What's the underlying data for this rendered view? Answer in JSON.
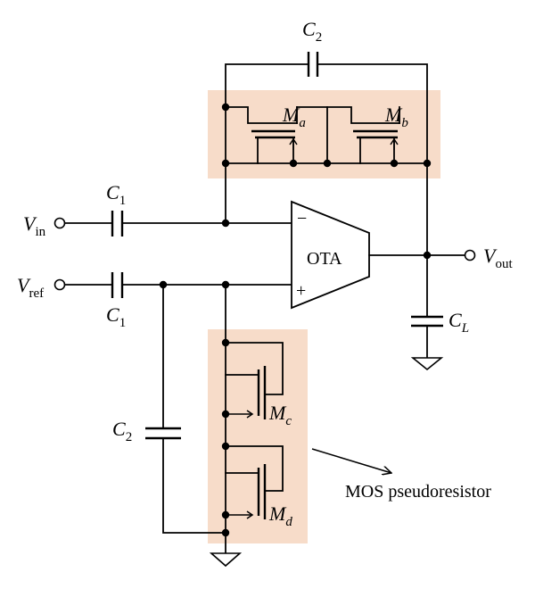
{
  "colors": {
    "highlight": "#f7dcc9",
    "wire": "#000000"
  },
  "labels": {
    "c2_top": {
      "main": "C",
      "sub": "2"
    },
    "ma": {
      "main": "M",
      "sub": "a"
    },
    "mb": {
      "main": "M",
      "sub": "b"
    },
    "c1_in": {
      "main": "C",
      "sub": "1"
    },
    "c1_ref": {
      "main": "C",
      "sub": "1"
    },
    "vin": {
      "main": "V",
      "sub": "in"
    },
    "vref": {
      "main": "V",
      "sub": "ref"
    },
    "vout": {
      "main": "V",
      "sub": "out"
    },
    "ota": "OTA",
    "minus": "−",
    "plus": "+",
    "cl": {
      "main": "C",
      "sub": "L"
    },
    "c2_bottom": {
      "main": "C",
      "sub": "2"
    },
    "mc": {
      "main": "M",
      "sub": "c"
    },
    "md": {
      "main": "M",
      "sub": "d"
    },
    "pseudoresistor": "MOS pseudoresistor"
  }
}
